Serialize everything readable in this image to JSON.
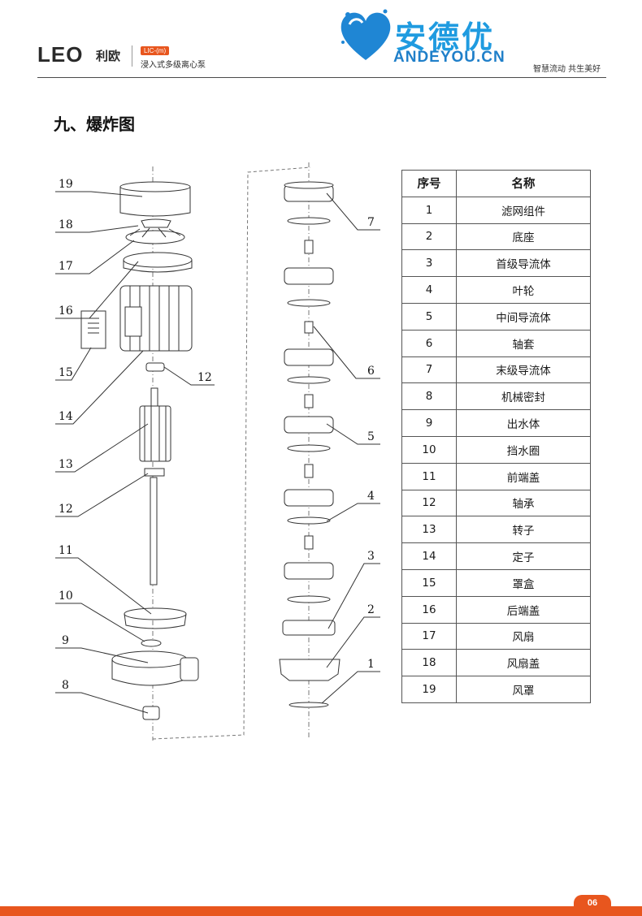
{
  "header": {
    "brand_logo": "LEO",
    "brand_cn": "利欧",
    "badge": "LIC-(m)",
    "product": "浸入式多级离心泵",
    "watermark_text": "安德优",
    "watermark_url": "ANDEYOU.CN",
    "slogan": "智慧流动 共生美好"
  },
  "section_title": "九、爆炸图",
  "diagram": {
    "left_labels": [
      "19",
      "18",
      "17",
      "16",
      "15",
      "14",
      "13",
      "12",
      "11",
      "10",
      "9",
      "8"
    ],
    "right_labels": [
      "12",
      "7",
      "6",
      "5",
      "4",
      "3",
      "2",
      "1"
    ]
  },
  "parts_table": {
    "headers": [
      "序号",
      "名称"
    ],
    "rows": [
      [
        "1",
        "滤网组件"
      ],
      [
        "2",
        "底座"
      ],
      [
        "3",
        "首级导流体"
      ],
      [
        "4",
        "叶轮"
      ],
      [
        "5",
        "中间导流体"
      ],
      [
        "6",
        "轴套"
      ],
      [
        "7",
        "末级导流体"
      ],
      [
        "8",
        "机械密封"
      ],
      [
        "9",
        "出水体"
      ],
      [
        "10",
        "挡水圈"
      ],
      [
        "11",
        "前端盖"
      ],
      [
        "12",
        "轴承"
      ],
      [
        "13",
        "转子"
      ],
      [
        "14",
        "定子"
      ],
      [
        "15",
        "罩盒"
      ],
      [
        "16",
        "后端盖"
      ],
      [
        "17",
        "风扇"
      ],
      [
        "18",
        "风扇盖"
      ],
      [
        "19",
        "风罩"
      ]
    ]
  },
  "footer": {
    "page": "06"
  },
  "colors": {
    "accent": "#e8561e",
    "watermark": "#1f9be0"
  }
}
